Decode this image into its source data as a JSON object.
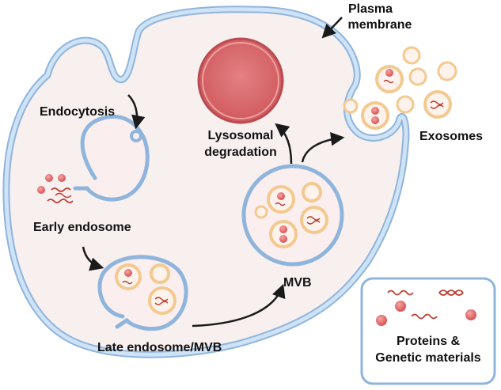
{
  "labels": {
    "plasma_line1": "Plasma",
    "plasma_line2": "membrane",
    "endocytosis": "Endocytosis",
    "lysosomal_line1": "Lysosomal",
    "lysosomal_line2": "degradation",
    "exosomes": "Exosomes",
    "early_endosome": "Early endosome",
    "mvb": "MVB",
    "late_endosome": "Late endosome/MVB",
    "legend_line1": "Proteins &",
    "legend_line2": "Genetic materials"
  },
  "colors": {
    "membrane_fill": "#cfe3f6",
    "membrane_stroke": "#8fb5dc",
    "cytoplasm": "#f8efef",
    "vesicle_ring": "#f3c98f",
    "vesicle_inner": "#fdf3ec",
    "protein": "#e47c7c",
    "rna": "#c0392b",
    "lysosome": "#d86f72",
    "arrow": "#1a1a1a"
  }
}
